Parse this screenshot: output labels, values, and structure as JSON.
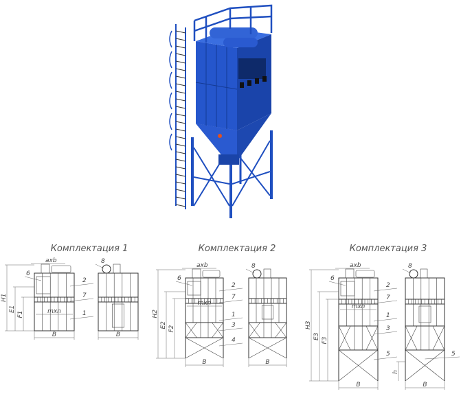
{
  "colors": {
    "render_blue": "#1f4fc0",
    "render_dark": "#143a94",
    "render_light": "#3b6ee0",
    "line": "#333333"
  },
  "render": {
    "name": "bag-filter-3d-render"
  },
  "sets": [
    {
      "title": "Комплектация 1",
      "axb": "axb",
      "mxn": "mxn",
      "H": "H1",
      "E": "E1",
      "F": "F1",
      "B": "B",
      "callouts": [
        "6",
        "2",
        "7",
        "1"
      ],
      "side_callouts": [
        "8"
      ],
      "side_B": "B"
    },
    {
      "title": "Комплектация 2",
      "axb": "axb",
      "mxn": "mxn",
      "H": "H2",
      "E": "E2",
      "F": "F2",
      "B": "B",
      "callouts": [
        "6",
        "2",
        "7",
        "1",
        "3",
        "4"
      ],
      "side_callouts": [
        "8"
      ],
      "side_B": "B"
    },
    {
      "title": "Комплектация 3",
      "axb": "axb",
      "mxn": "mxn",
      "H": "H3",
      "E": "E3",
      "F": "F3",
      "B": "B",
      "callouts": [
        "6",
        "2",
        "7",
        "1",
        "3",
        "5"
      ],
      "side_callouts": [
        "8",
        "5"
      ],
      "side_B": "B",
      "h": "h"
    }
  ]
}
